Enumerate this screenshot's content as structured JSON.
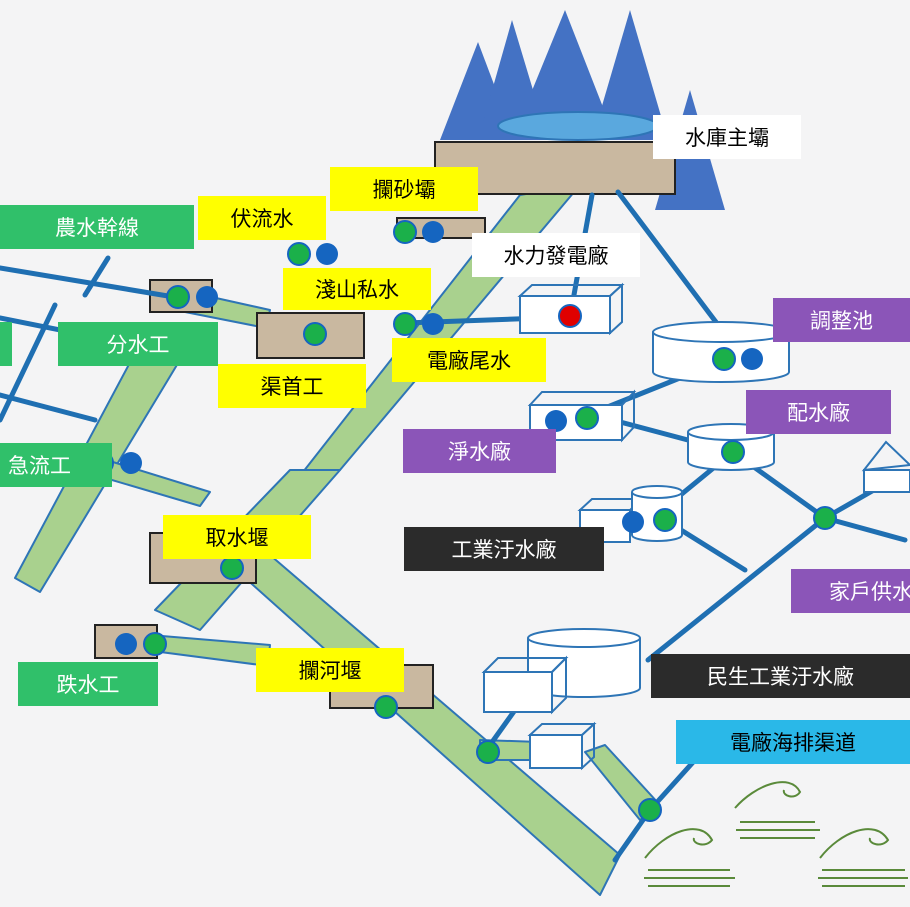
{
  "diagram": {
    "labels": {
      "dam_main": "水庫主壩",
      "sediment_dam": "攔砂壩",
      "underflow": "伏流水",
      "agri_trunk": "農水幹線",
      "hydro_plant": "水力發電廠",
      "asayama": "淺山私水",
      "diversion": "分水工",
      "canal_head": "渠首工",
      "tailwater": "電廠尾水",
      "regulating_pond": "調整池",
      "water_plant": "淨水廠",
      "distribution_plant": "配水廠",
      "rapid_flow": "急流工",
      "industrial_wwtp": "工業汙水廠",
      "household_supply": "家戶供水",
      "intake_weir": "取水堰",
      "drop_structure": "跌水工",
      "river_weir": "攔河堰",
      "civil_industrial_wwtp": "民生工業汙水廠",
      "sea_outfall": "電廠海排渠道"
    },
    "colors": {
      "mountain": "#4472c4",
      "lake": "#5aa8de",
      "dam": "#c9b8a0",
      "canal_fill": "#a9d18e",
      "canal_border": "#2e75b6",
      "pipe": "#1f6fb2",
      "node_green": "#1bb04a",
      "node_blue": "#1565c0",
      "generator_red": "#e00000",
      "wave": "#5a8a3a"
    }
  }
}
